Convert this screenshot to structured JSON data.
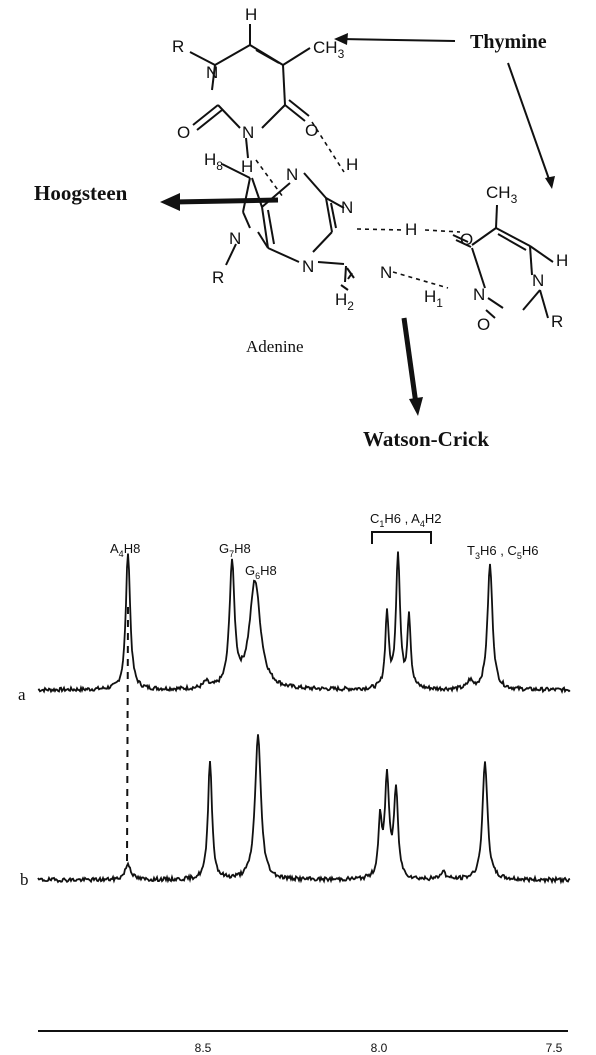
{
  "structure": {
    "thymine_label": "Thymine",
    "hoogsteen_label": "Hoogsteen",
    "adenine_label": "Adenine",
    "watson_crick_label": "Watson-Crick",
    "atoms": {
      "t1_h": "H",
      "t1_r": "R",
      "t1_n1": "N",
      "t1_ch3": "CH",
      "t1_ch3_sub": "3",
      "t1_o2": "O",
      "t1_n3": "N",
      "t1_o4": "O",
      "t1_h3": "H",
      "a_h8": "H",
      "a_h8_sub": "8",
      "a_n7": "N",
      "a_n9": "N",
      "a_r": "R",
      "a_n6": "N",
      "a_h6a": "H",
      "a_h6b": "H",
      "a_n1": "N",
      "a_n3": "N",
      "a_h2": "H",
      "a_h2_sub": "2",
      "t2_o4": "O",
      "t2_ch3": "CH",
      "t2_ch3_sub": "3",
      "t2_h": "H",
      "t2_h1": "H",
      "t2_h1_sub": "1",
      "t2_n3": "N",
      "t2_n1": "N",
      "t2_o2": "O",
      "t2_r": "R"
    }
  },
  "spectrum": {
    "trace_labels": {
      "a": "a",
      "b": "b"
    },
    "peak_labels": {
      "a4h8": {
        "main": "A",
        "sub": "4",
        "tail": "H8"
      },
      "g7h8": {
        "main": "G",
        "sub": "7",
        "tail": "H8"
      },
      "g6h8": {
        "main": "G",
        "sub": "6",
        "tail": "H8"
      },
      "c1h6": {
        "main": "C",
        "sub": "1",
        "tail": "H6 , A",
        "sub2": "4",
        "tail2": "H2"
      },
      "t3c5": {
        "main": "T",
        "sub": "3",
        "tail": "H6 , C",
        "sub2": "5",
        "tail2": "H6"
      }
    },
    "axis_ticks": [
      "8.5",
      "8.0",
      "7.5"
    ]
  }
}
